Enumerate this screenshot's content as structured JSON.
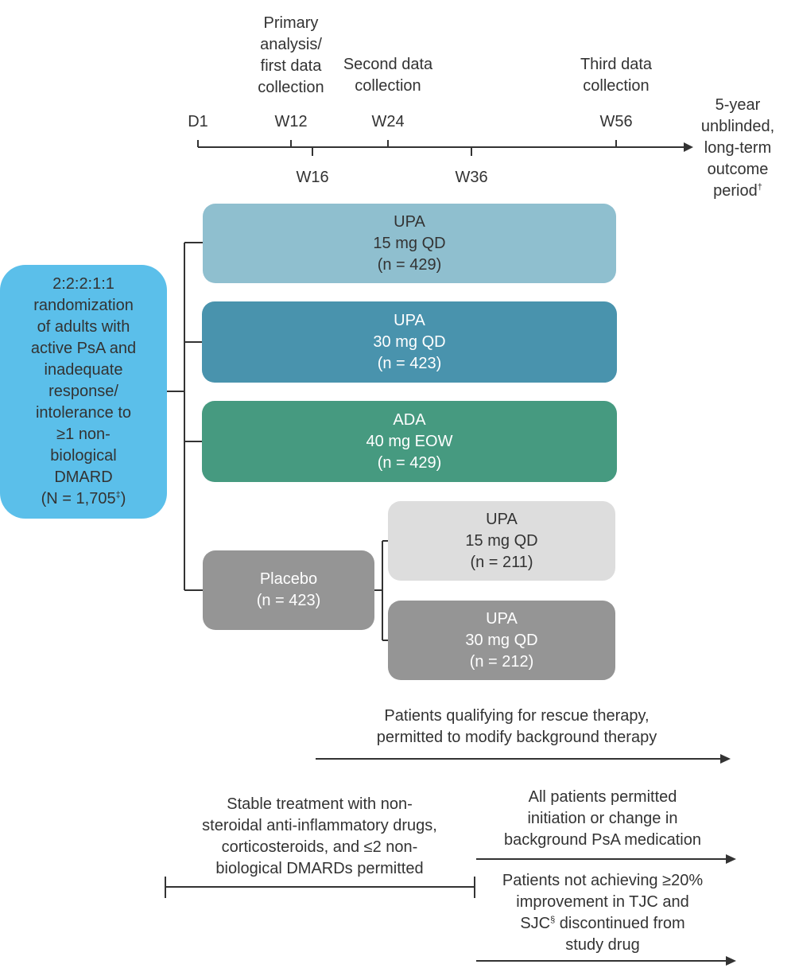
{
  "timeline": {
    "milestones": [
      {
        "label": "D1",
        "position": "above"
      },
      {
        "label": "W12",
        "position": "above"
      },
      {
        "label": "W16",
        "position": "below"
      },
      {
        "label": "W24",
        "position": "above"
      },
      {
        "label": "W36",
        "position": "below"
      },
      {
        "label": "W56",
        "position": "above"
      }
    ],
    "annotations": {
      "w12": [
        "Primary",
        "analysis/",
        "first data",
        "collection"
      ],
      "w24": [
        "Second data",
        "collection"
      ],
      "w56": [
        "Third data",
        "collection"
      ]
    },
    "end_label": [
      "5-year",
      "unblinded,",
      "long-term",
      "outcome",
      "period"
    ],
    "end_label_footnote": "†"
  },
  "randomization": {
    "lines": [
      "2:2:2:1:1",
      "randomization",
      "of adults with",
      "active PsA and",
      "inadequate",
      "response/",
      "intolerance to",
      "≥1 non-",
      "biological",
      "DMARD"
    ],
    "total": "(N = 1,705",
    "total_footnote": "‡",
    "total_close": ")",
    "color": "#5BBFEA"
  },
  "arms": [
    {
      "drug": "UPA",
      "dose": "15 mg QD",
      "n": "(n = 429)",
      "color": "#8FBFCF",
      "text_color": "#333333"
    },
    {
      "drug": "UPA",
      "dose": "30 mg QD",
      "n": "(n = 423)",
      "color": "#4993AD",
      "text_color": "#ffffff"
    },
    {
      "drug": "ADA",
      "dose": "40 mg EOW",
      "n": "(n = 429)",
      "color": "#469A80",
      "text_color": "#ffffff"
    }
  ],
  "placebo": {
    "label": "Placebo",
    "n": "(n = 423)",
    "color": "#959595",
    "text_color": "#ffffff"
  },
  "placebo_switch": [
    {
      "drug": "UPA",
      "dose": "15 mg QD",
      "n": "(n = 211)",
      "color": "#DDDDDD",
      "text_color": "#333333"
    },
    {
      "drug": "UPA",
      "dose": "30 mg QD",
      "n": "(n = 212)",
      "color": "#959595",
      "text_color": "#ffffff"
    }
  ],
  "notes": {
    "rescue": [
      "Patients qualifying for rescue therapy,",
      "permitted to modify background therapy"
    ],
    "stable": [
      "Stable treatment with non-",
      "steroidal anti-inflammatory drugs,",
      "corticosteroids, and ≤2 non-",
      "biological DMARDs permitted"
    ],
    "all_permitted": [
      "All patients permitted",
      "initiation or change in",
      "background PsA medication"
    ],
    "not_achieving": [
      "Patients not achieving ≥20%",
      "improvement in TJC and",
      "discontinued from",
      "study drug"
    ],
    "not_achieving_line3_prefix": "SJC",
    "not_achieving_footnote": "§"
  },
  "colors": {
    "line": "#333333"
  }
}
